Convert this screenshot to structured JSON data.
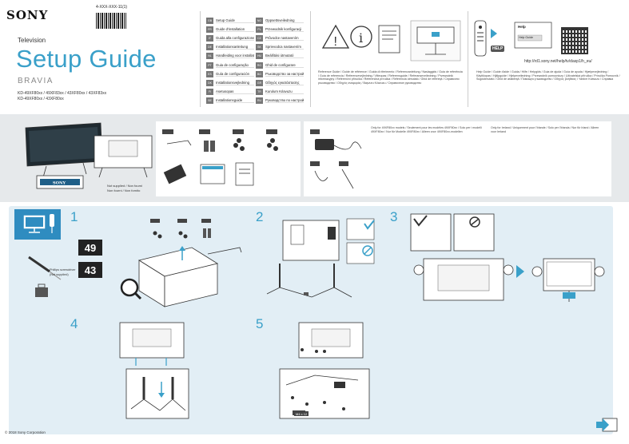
{
  "header": {
    "brand": "SONY",
    "doc_number": "4-XXX-XXX-11(1)",
    "category": "Television",
    "title": "Setup Guide",
    "series": "BRAVIA",
    "models_line1": "KD-49XF80xx / 49XF83xx / 43XF80xx / 43XF83xx",
    "models_line2": "KD-49XF80xx / 43XF80xx"
  },
  "languages": {
    "left": [
      {
        "code": "GB",
        "name": "Setup Guide"
      },
      {
        "code": "FR",
        "name": "Guide d'installation"
      },
      {
        "code": "IT",
        "name": "Guida alla configurazione"
      },
      {
        "code": "DE",
        "name": "Installationsanleitung"
      },
      {
        "code": "NL",
        "name": "Handleiding voor installatie"
      },
      {
        "code": "PT",
        "name": "Guia de configuração"
      },
      {
        "code": "ES",
        "name": "Guía de configuración"
      },
      {
        "code": "DK",
        "name": "Installationsvejledning"
      },
      {
        "code": "FI",
        "name": "Asetusopas"
      },
      {
        "code": "SE",
        "name": "Installationsguide"
      }
    ],
    "right": [
      {
        "code": "NO",
        "name": "Oppsettsveiledning"
      },
      {
        "code": "PL",
        "name": "Przewodnik konfiguracji"
      },
      {
        "code": "CZ",
        "name": "Průvodce nastavením"
      },
      {
        "code": "SK",
        "name": "Sprievodca nastavením"
      },
      {
        "code": "HU",
        "name": "Beállítási útmutató"
      },
      {
        "code": "RO",
        "name": "Ghid de configurare"
      },
      {
        "code": "BG",
        "name": "Ръководство за настройка"
      },
      {
        "code": "GR",
        "name": "Οδηγός εγκατάστασης"
      },
      {
        "code": "TR",
        "name": "Kurulum Kılavuzu"
      },
      {
        "code": "RU",
        "name": "Руководство по настройке"
      }
    ]
  },
  "safety": {
    "text": "Reference Guide / Guide de référence / Guida di riferimento / Referenzanleitung / Naslaggids / Guia de referência / Guía de referencia / Referencevejledning / Viiteopas / Referensguide / Referanseveiledning / Przewodnik informacyjny / Referenční příručka / Referenčná príručka / Referencia útmutató / Ghid de referinţă / Справочно ръководство / Οδηγός αναφοράς / Başvuru Kılavuzu / Справочное руководство"
  },
  "help": {
    "help_label": "Help",
    "help_guide_label": "Help Guide",
    "help_button": "HELP",
    "url": "http://rd1.sony.net/help/tv/dasp1/h_eu/",
    "text": "Help Guide / Guide d'aide / Guida / Hilfe / Helpgids / Guia de ajuda / Guía de ayuda / Hjælpevejledning / Käyttöopas / Hjälpguide / Hjelpeveiledning / Przewodnik pomocniczy / Uživatelská příručka / Príručka Pomocník / Súgóútmutató / Ghid de asistenţă / Помощно ръководство / Οδηγός βοήθειας / Yardım Kılavuzu / Справка"
  },
  "accessories": {
    "tags": [
      "1",
      "2",
      "3",
      "4",
      "5"
    ],
    "caption_1": "Not supplied / Non fourni",
    "caption_2": "Non fourni / Non fornito",
    "power_text": "Only for 49XF80xx models / Seulement pour les modèles 49XF80xx / Solo per i modelli 49XF80xx / Nur für Modelle 49XF80xx / Alleen voor 49XF80xx-modellen",
    "power_text_2": "Only for Ireland / Uniquement pour l'Irlande / Solo per l'Irlanda / Nur für Irland / Alleen voor Ierland"
  },
  "steps": {
    "numbers": [
      "1",
      "2",
      "3",
      "4",
      "5"
    ],
    "sizes": [
      "49",
      "43"
    ],
    "screwdriver_caption": "Phillips screwdriver (Not supplied)",
    "tape_label": "M4 x 12"
  },
  "footer": {
    "copyright": "© 2018 Sony Corporation"
  },
  "colors": {
    "accent": "#3aa0c9",
    "band": "#e6e9eb",
    "steps_bg": "#e2eef5",
    "tool_box": "#2f8cc0"
  }
}
